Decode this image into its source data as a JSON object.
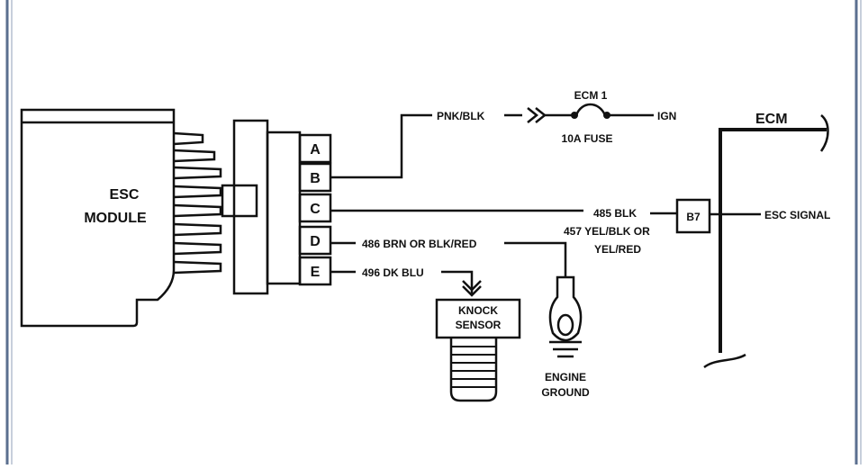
{
  "module": {
    "line1": "ESC",
    "line2": "MODULE"
  },
  "pins": [
    "A",
    "B",
    "C",
    "D",
    "E"
  ],
  "wires": {
    "b": "PNK/BLK",
    "c": "485 BLK",
    "d": "486 BRN OR BLK/RED",
    "e": "496 DK BLU",
    "ground_line1": "457 YEL/BLK OR",
    "ground_line2": "YEL/RED"
  },
  "fuse": {
    "name": "ECM 1",
    "rating": "10A FUSE",
    "source": "IGN"
  },
  "ecm": {
    "title": "ECM",
    "pin": "B7",
    "signal": "ESC SIGNAL"
  },
  "knock_sensor": {
    "line1": "KNOCK",
    "line2": "SENSOR"
  },
  "ground": {
    "line1": "ENGINE",
    "line2": "GROUND"
  },
  "colors": {
    "frame_border": "#5b6f8f",
    "line": "#111111",
    "background": "#ffffff"
  }
}
